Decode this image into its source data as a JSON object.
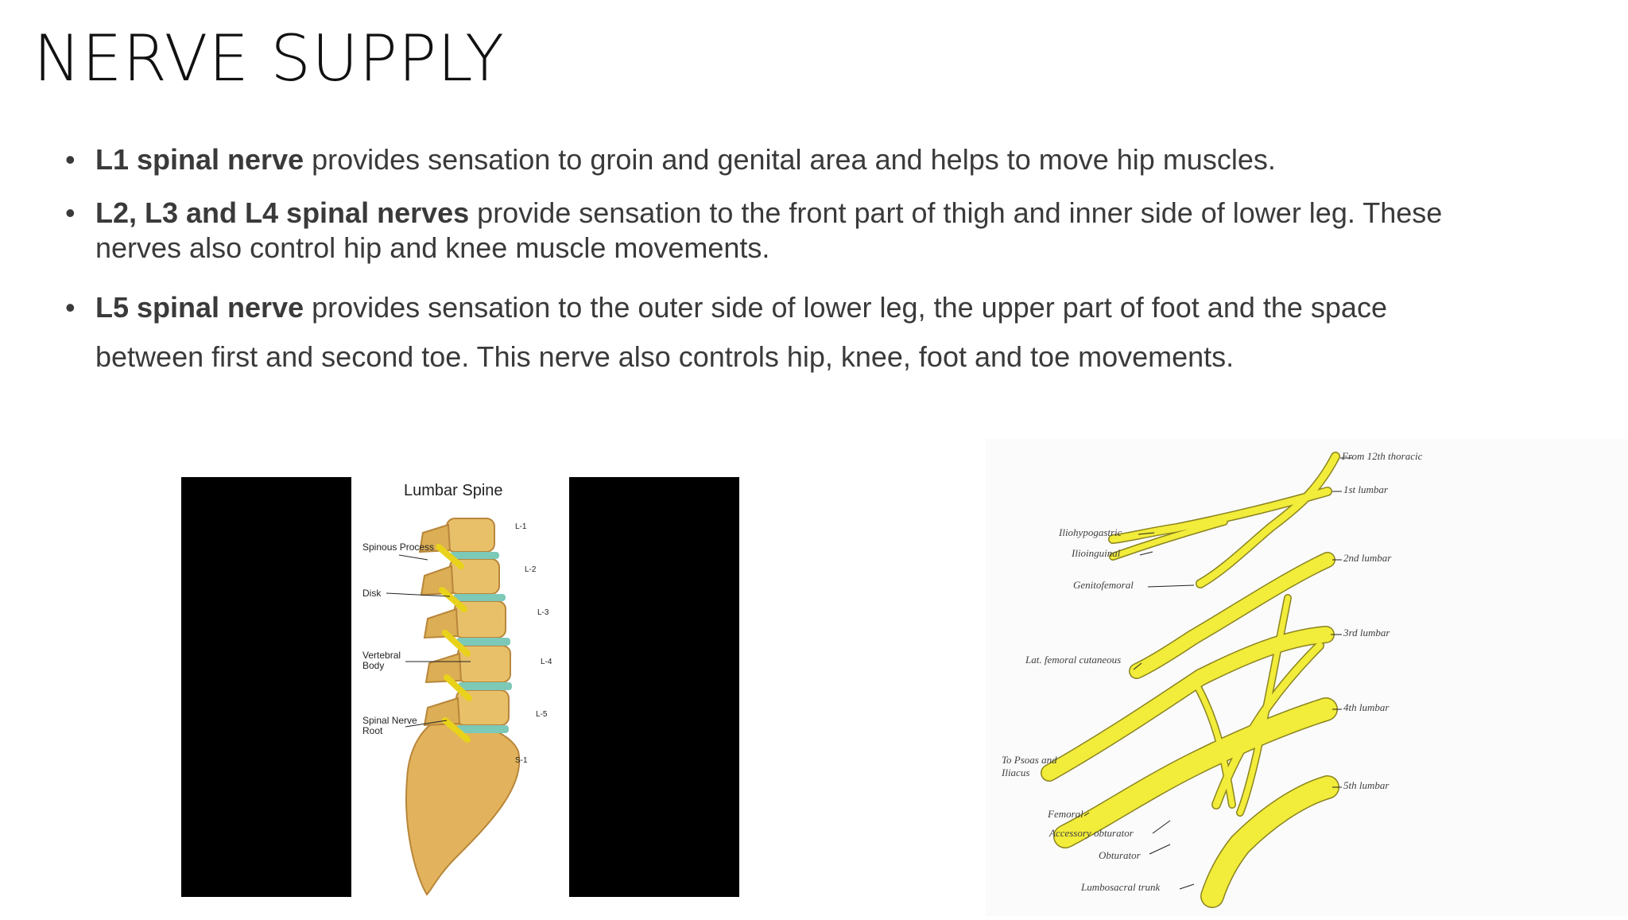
{
  "slide": {
    "title": "NERVE SUPPLY",
    "bullets": [
      {
        "bold": "L1 spinal nerve",
        "text": " provides sensation to groin and genital area and helps to move hip muscles."
      },
      {
        "bold": "L2, L3 and L4 spinal nerves",
        "text": " provide sensation to the front part of thigh and inner side of  lower leg. These nerves also control hip and knee muscle movements."
      },
      {
        "bold": "L5 spinal nerve",
        "text": " provides sensation to the outer side of  lower leg, the upper part of  foot and the space between  first and second toe. This nerve also controls hip, knee, foot and toe movements."
      }
    ],
    "bullet_glyph": "•"
  },
  "figure_left": {
    "title": "Lumbar Spine",
    "labels": [
      "Spinous Process",
      "Disk",
      "Vertebral Body",
      "Spinal Nerve Root"
    ],
    "levels": [
      "L-1",
      "L-2",
      "L-3",
      "L-4",
      "L-5",
      "S-1"
    ]
  },
  "figure_right": {
    "right_labels": [
      "From 12th thoracic",
      "1st lumbar",
      "2nd lumbar",
      "3rd lumbar",
      "4th lumbar",
      "5th lumbar"
    ],
    "left_labels": [
      "Iliohypogastric",
      "Ilioinguinal",
      "Genitofemoral",
      "Lat. femoral cutaneous",
      "To Psoas and Iliacus",
      "Femoral",
      "Accessory obturator",
      "Obturator",
      "Lumbosacral trunk"
    ]
  },
  "colors": {
    "nerve_yellow": "#f2ec3a",
    "bone": "#e8c06a",
    "disk": "#7cc9b8"
  }
}
